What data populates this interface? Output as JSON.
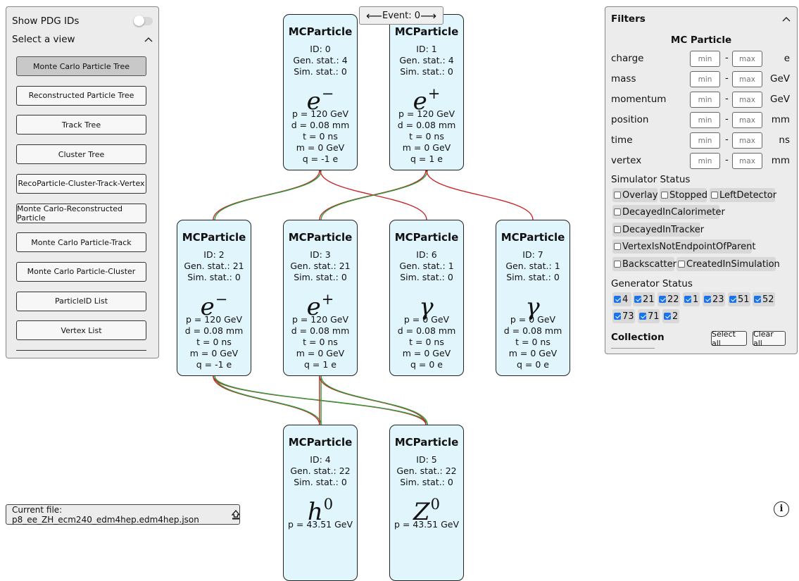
{
  "event": {
    "label": "Event: 0",
    "prev_icon": "arrow-left-icon",
    "next_icon": "arrow-right-icon"
  },
  "left_panel": {
    "show_pdg_label": "Show PDG IDs",
    "show_pdg_on": false,
    "select_view_label": "Select a view",
    "views": [
      {
        "label": "Monte Carlo Particle Tree",
        "active": true
      },
      {
        "label": "Reconstructed Particle Tree",
        "active": false
      },
      {
        "label": "Track Tree",
        "active": false
      },
      {
        "label": "Cluster Tree",
        "active": false
      },
      {
        "label": "RecoParticle-Cluster-Track-Vertex",
        "active": false
      },
      {
        "label": "Monte Carlo-Reconstructed Particle",
        "active": false
      },
      {
        "label": "Monte Carlo Particle-Track",
        "active": false
      },
      {
        "label": "Monte Carlo Particle-Cluster",
        "active": false
      },
      {
        "label": "ParticleID List",
        "active": false
      },
      {
        "label": "Vertex List",
        "active": false
      }
    ]
  },
  "particles": [
    {
      "title": "MCParticle",
      "id": "ID: 0",
      "gen": "Gen. stat.: 4",
      "sim": "Sim. stat.: 0",
      "sym_base": "e",
      "sym_sup": "−",
      "p": "p = 120 GeV",
      "d": "d = 0.08 mm",
      "t": "t = 0 ns",
      "m": "m = 0 GeV",
      "q": "q = -1 e"
    },
    {
      "title": "MCParticle",
      "id": "ID: 1",
      "gen": "Gen. stat.: 4",
      "sim": "Sim. stat.: 0",
      "sym_base": "e",
      "sym_sup": "+",
      "p": "p = 120 GeV",
      "d": "d = 0.08 mm",
      "t": "t = 0 ns",
      "m": "m = 0 GeV",
      "q": "q = 1 e"
    },
    {
      "title": "MCParticle",
      "id": "ID: 2",
      "gen": "Gen. stat.: 21",
      "sim": "Sim. stat.: 0",
      "sym_base": "e",
      "sym_sup": "−",
      "p": "p = 120 GeV",
      "d": "d = 0.08 mm",
      "t": "t = 0 ns",
      "m": "m = 0 GeV",
      "q": "q = -1 e"
    },
    {
      "title": "MCParticle",
      "id": "ID: 3",
      "gen": "Gen. stat.: 21",
      "sim": "Sim. stat.: 0",
      "sym_base": "e",
      "sym_sup": "+",
      "p": "p = 120 GeV",
      "d": "d = 0.08 mm",
      "t": "t = 0 ns",
      "m": "m = 0 GeV",
      "q": "q = 1 e"
    },
    {
      "title": "MCParticle",
      "id": "ID: 6",
      "gen": "Gen. stat.: 1",
      "sim": "Sim. stat.: 0",
      "sym_base": "γ",
      "sym_sup": "",
      "p": "p = 0 GeV",
      "d": "d = 0.08 mm",
      "t": "t = 0 ns",
      "m": "m = 0 GeV",
      "q": "q = 0 e"
    },
    {
      "title": "MCParticle",
      "id": "ID: 7",
      "gen": "Gen. stat.: 1",
      "sim": "Sim. stat.: 0",
      "sym_base": "γ",
      "sym_sup": "",
      "p": "p = 0 GeV",
      "d": "d = 0.08 mm",
      "t": "t = 0 ns",
      "m": "m = 0 GeV",
      "q": "q = 0 e"
    },
    {
      "title": "MCParticle",
      "id": "ID: 4",
      "gen": "Gen. stat.: 22",
      "sim": "Sim. stat.: 0",
      "sym_base": "h",
      "sym_sup": "0",
      "p": "p = 43.51 GeV",
      "d": "",
      "t": "",
      "m": "",
      "q": ""
    },
    {
      "title": "MCParticle",
      "id": "ID: 5",
      "gen": "Gen. stat.: 22",
      "sim": "Sim. stat.: 0",
      "sym_base": "Z",
      "sym_sup": "0",
      "p": "p = 43.51 GeV",
      "d": "",
      "t": "",
      "m": "",
      "q": ""
    }
  ],
  "links": [
    {
      "from": "ID: 0",
      "to": "ID: 2",
      "colors": [
        "red",
        "green"
      ]
    },
    {
      "from": "ID: 0",
      "to": "ID: 6",
      "colors": [
        "red"
      ]
    },
    {
      "from": "ID: 1",
      "to": "ID: 3",
      "colors": [
        "red",
        "green"
      ]
    },
    {
      "from": "ID: 1",
      "to": "ID: 7",
      "colors": [
        "red"
      ]
    },
    {
      "from": "ID: 2",
      "to": "ID: 4",
      "colors": [
        "red",
        "green"
      ]
    },
    {
      "from": "ID: 2",
      "to": "ID: 5",
      "colors": [
        "red",
        "green"
      ]
    },
    {
      "from": "ID: 3",
      "to": "ID: 4",
      "colors": [
        "red",
        "green"
      ]
    },
    {
      "from": "ID: 3",
      "to": "ID: 5",
      "colors": [
        "red",
        "green"
      ]
    }
  ],
  "colors": {
    "link_red": "#c62828",
    "link_green": "#2e9c3a",
    "node_fill": "#e0f5fc",
    "checkbox_on": "#1a73e8"
  },
  "filters": {
    "title": "Filters",
    "collapse_icon": "chevron-up-icon",
    "subtitle": "MC Particle",
    "min_placeholder": "min",
    "max_placeholder": "max",
    "dash": "-",
    "ranges": [
      {
        "label": "charge",
        "unit": "e"
      },
      {
        "label": "mass",
        "unit": "GeV"
      },
      {
        "label": "momentum",
        "unit": "GeV"
      },
      {
        "label": "position",
        "unit": "mm"
      },
      {
        "label": "time",
        "unit": "ns"
      },
      {
        "label": "vertex",
        "unit": "mm"
      }
    ],
    "simulator_status_label": "Simulator Status",
    "simulator_status": [
      {
        "label": "Overlay",
        "checked": false
      },
      {
        "label": "Stopped",
        "checked": false
      },
      {
        "label": "LeftDetector",
        "checked": false
      },
      {
        "label": "DecayedInCalorimeter",
        "checked": false
      },
      {
        "label": "DecayedInTracker",
        "checked": false
      },
      {
        "label": "VertexIsNotEndpointOfParent",
        "checked": false
      },
      {
        "label": "Backscatter",
        "checked": false
      },
      {
        "label": "CreatedInSimulation",
        "checked": false
      }
    ],
    "generator_status_label": "Generator Status",
    "generator_status": [
      {
        "label": "4",
        "checked": true
      },
      {
        "label": "21",
        "checked": true
      },
      {
        "label": "22",
        "checked": true
      },
      {
        "label": "1",
        "checked": true
      },
      {
        "label": "23",
        "checked": true
      },
      {
        "label": "51",
        "checked": true
      },
      {
        "label": "52",
        "checked": true
      },
      {
        "label": "73",
        "checked": true
      },
      {
        "label": "71",
        "checked": true
      },
      {
        "label": "2",
        "checked": true
      }
    ],
    "collection_label": "Collection",
    "select_all_label": "Select all",
    "clear_all_label": "Clear all"
  },
  "footer": {
    "current_file": "Current file: p8_ee_ZH_ecm240_edm4hep.edm4hep.json",
    "file_icon": "eject-upload-icon",
    "info_icon": "info-icon",
    "info_glyph": "i"
  }
}
